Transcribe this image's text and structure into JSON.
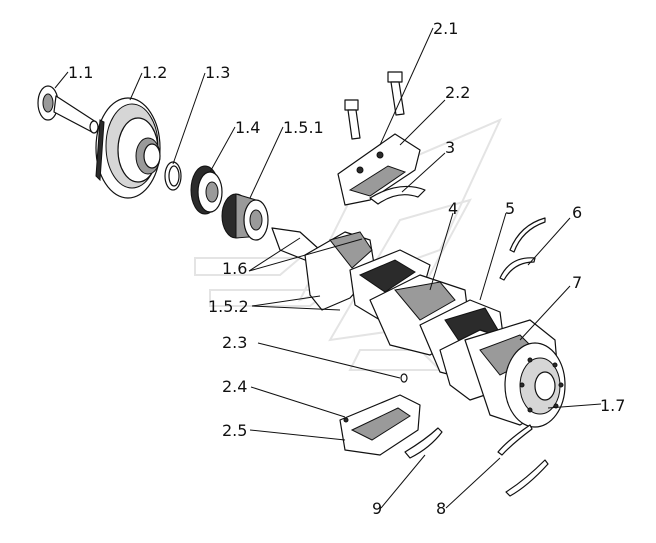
{
  "labels": {
    "l_1_1": "1.1",
    "l_1_2": "1.2",
    "l_1_3": "1.3",
    "l_1_4": "1.4",
    "l_1_5_1": "1.5.1",
    "l_1_5_2": "1.5.2",
    "l_1_6": "1.6",
    "l_1_7": "1.7",
    "l_2_1": "2.1",
    "l_2_2": "2.2",
    "l_2_3": "2.3",
    "l_2_4": "2.4",
    "l_2_5": "2.5",
    "l_3": "3",
    "l_4": "4",
    "l_5": "5",
    "l_6": "6",
    "l_7": "7",
    "l_8": "8",
    "l_9": "9"
  }
}
